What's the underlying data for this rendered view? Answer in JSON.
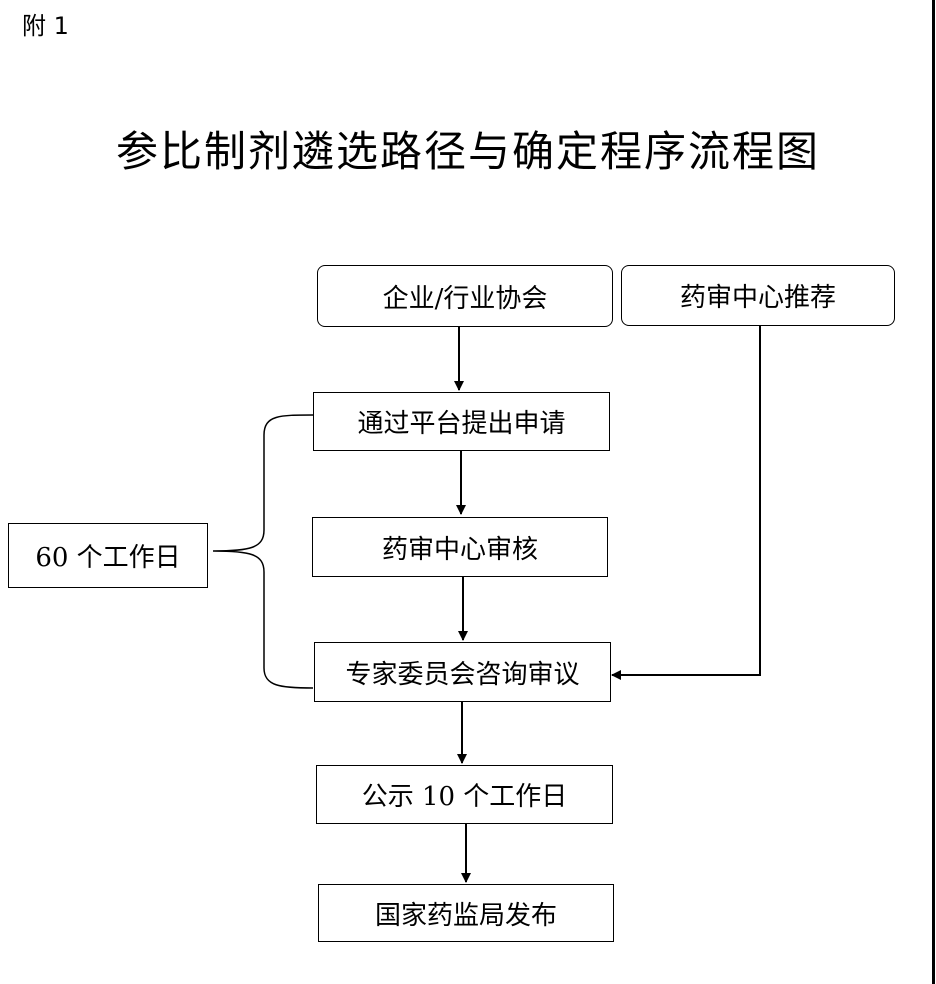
{
  "annex_label": "附 1",
  "title": "参比制剂遴选路径与确定程序流程图",
  "nodes": {
    "enterprise": "企业/行业协会",
    "center_recommend": "药审中心推荐",
    "apply": "通过平台提出申请",
    "review": "药审中心审核",
    "expert": "专家委员会咨询审议",
    "publicity": "公示 10 个工作日",
    "publish": "国家药监局发布",
    "duration": "60 个工作日"
  }
}
